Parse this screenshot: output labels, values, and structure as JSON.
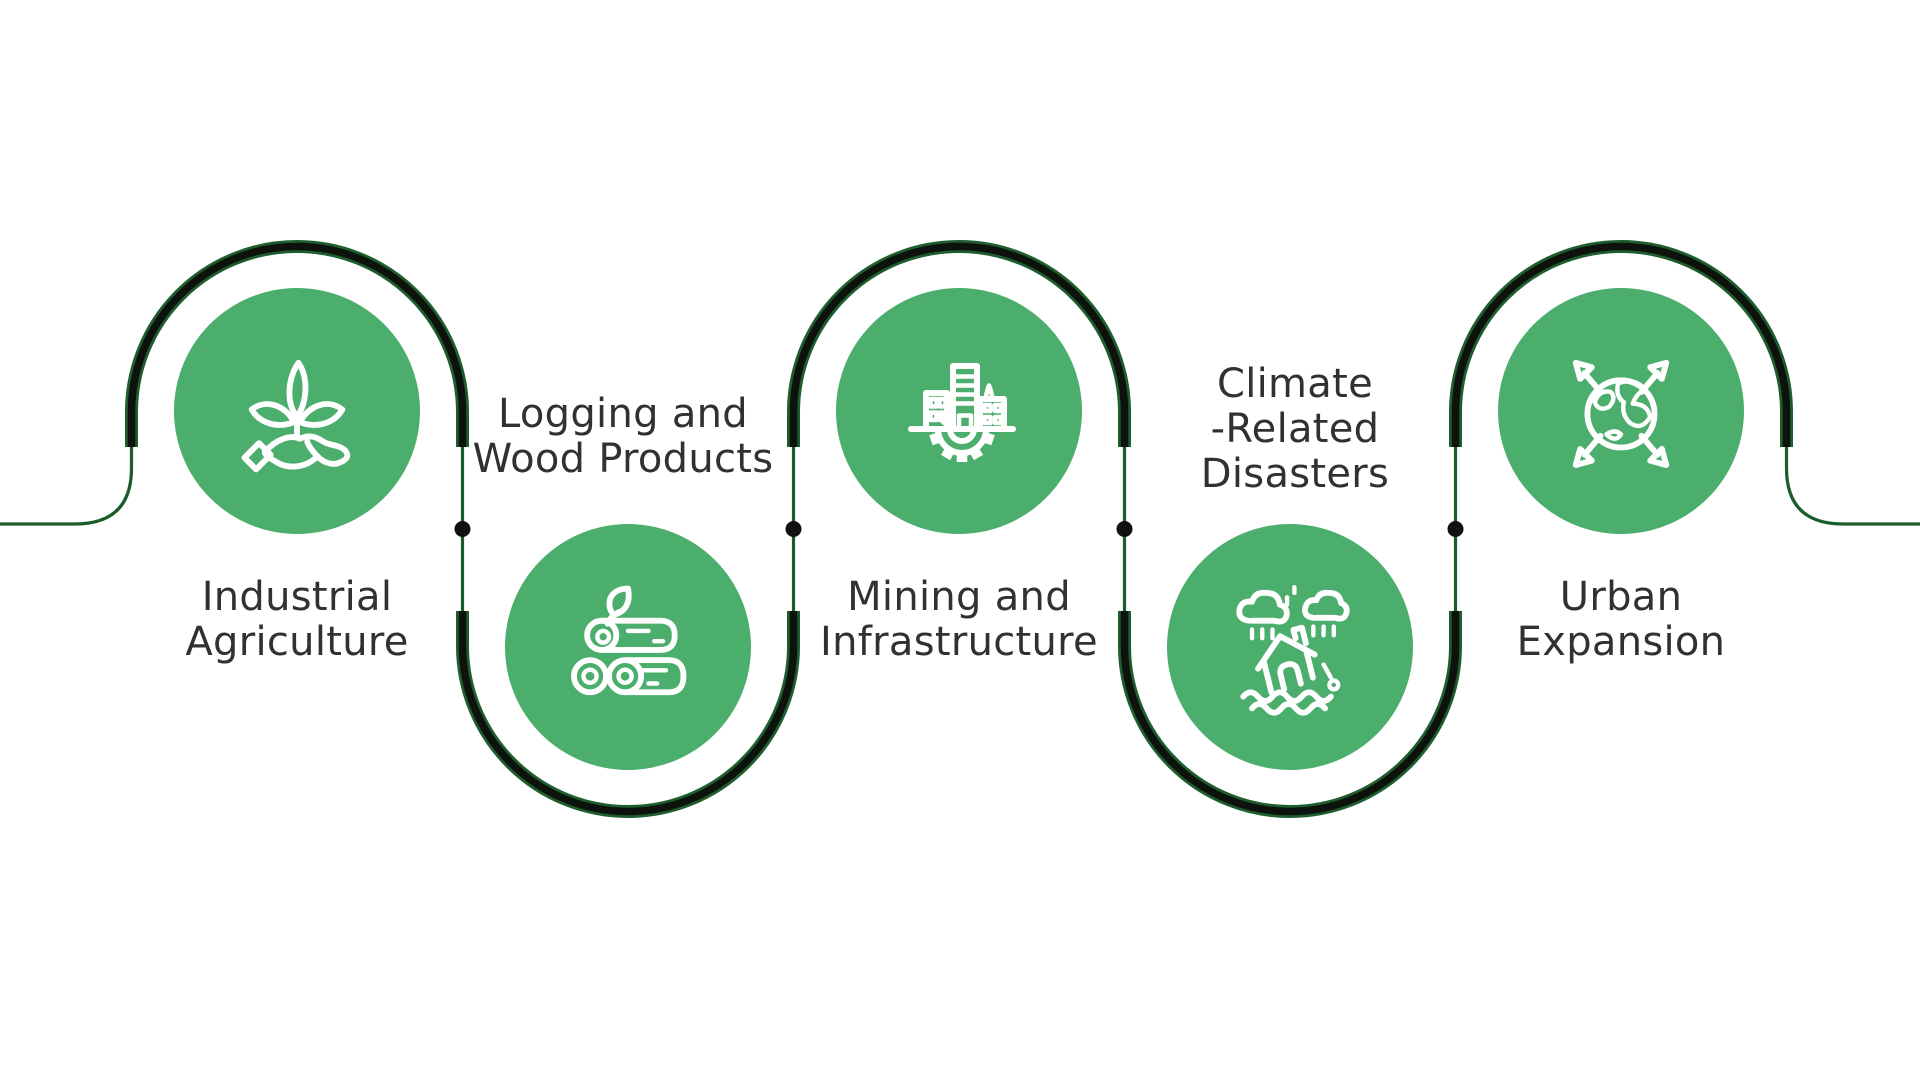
{
  "colors": {
    "background": "#ffffff",
    "circle_green": "#4cae6d",
    "arc_green": "#1e5e2e",
    "arc_black": "#0d120d",
    "line_green": "#1a5c2b",
    "dot_black": "#111111",
    "text_dark": "#313131",
    "icon_white": "#ffffff"
  },
  "items": [
    {
      "icon": "seedling-in-hand-icon",
      "lines": [
        "Industrial",
        "Agriculture"
      ]
    },
    {
      "icon": "wood-logs-icon",
      "lines": [
        "Logging and",
        "Wood Products"
      ]
    },
    {
      "icon": "city-gear-icon",
      "lines": [
        "Mining and",
        "Infrastructure"
      ]
    },
    {
      "icon": "flooded-house-icon",
      "lines": [
        "Climate",
        "-Related",
        "Disasters"
      ]
    },
    {
      "icon": "globe-expansion-icon",
      "lines": [
        "Urban",
        "Expansion"
      ]
    }
  ]
}
